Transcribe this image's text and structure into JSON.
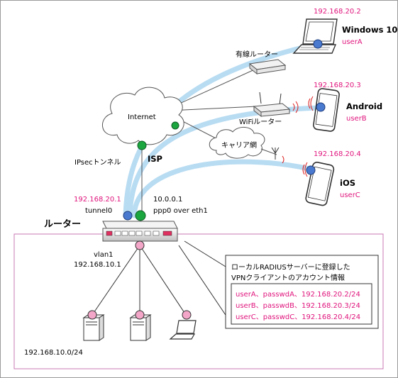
{
  "labels": {
    "internet": "Internet",
    "isp": "ISP",
    "ipsec_tunnel": "IPsecトンネル",
    "router": "ルーター",
    "wired_router": "有線ルーター",
    "wifi_router": "WiFiルーター",
    "carrier": "キャリア網",
    "tunnel_ip": "192.168.20.1",
    "tunnel_if": "tunnel0",
    "ppp_ip": "10.0.0.1",
    "ppp_if": "ppp0 over eth1",
    "vlan": "vlan1",
    "vlan_ip": "192.168.10.1",
    "lan_net": "192.168.10.0/24"
  },
  "clients": [
    {
      "name": "Windows 10",
      "ip": "192.168.20.2",
      "user": "userA"
    },
    {
      "name": "Android",
      "ip": "192.168.20.3",
      "user": "userB"
    },
    {
      "name": "iOS",
      "ip": "192.168.20.4",
      "user": "userC"
    }
  ],
  "callout": {
    "title1": "ローカルRADIUSサーバーに登録した",
    "title2": "VPNクライアントのアカウント情報",
    "rows": [
      "userA、passwdA、192.168.20.2/24",
      "userB、passwdB、192.168.20.3/24",
      "userC、passwdC、192.168.20.4/24"
    ]
  },
  "colors": {
    "tunnel": "#b8dcf2",
    "pink": "#e0147c",
    "lan_box": "#c878b4",
    "node_green": "#1ca640",
    "node_blue": "#4a7ad0",
    "node_pink": "#f4a6c8"
  }
}
